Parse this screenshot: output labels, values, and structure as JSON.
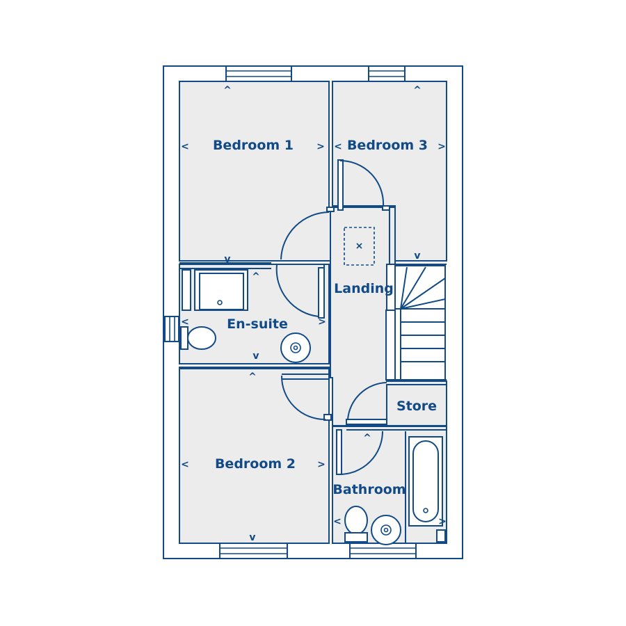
{
  "colors": {
    "ink": "#114a86",
    "floor": "#ececec",
    "background": "#ffffff"
  },
  "rooms": {
    "bedroom1": "Bedroom 1",
    "bedroom2": "Bedroom 2",
    "bedroom3": "Bedroom 3",
    "ensuite": "En-suite",
    "landing": "Landing",
    "store": "Store",
    "bathroom": "Bathroom"
  },
  "icons": {
    "arrow_up": "^",
    "arrow_down": "v",
    "arrow_left": "<",
    "arrow_right": ">"
  }
}
